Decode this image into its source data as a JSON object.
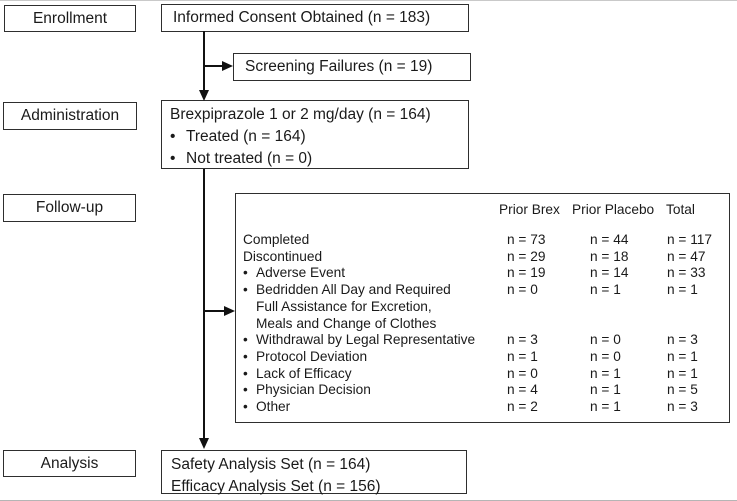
{
  "colors": {
    "ink": "#1a1a1a",
    "box_border": "#2e2e2e",
    "background": "#ffffff"
  },
  "stages": {
    "enrollment": "Enrollment",
    "administration": "Administration",
    "followup": "Follow-up",
    "analysis": "Analysis"
  },
  "flow": {
    "consent": "Informed Consent Obtained (n = 183)",
    "screening_failures": "Screening Failures (n = 19)",
    "treatment": {
      "title": "Brexpiprazole 1 or 2 mg/day (n = 164)",
      "bullets": [
        "Treated (n = 164)",
        "Not treated (n = 0)"
      ]
    },
    "analysis_sets": {
      "line1": "Safety Analysis Set (n = 164)",
      "line2": "Efficacy Analysis Set (n = 156)"
    }
  },
  "followup_table": {
    "headers": [
      "Prior Brex",
      "Prior Placebo",
      "Total"
    ],
    "rows": [
      {
        "label": "Completed",
        "bullet": false,
        "values": [
          "n = 73",
          "n = 44",
          "n = 117"
        ]
      },
      {
        "label": "Discontinued",
        "bullet": false,
        "values": [
          "n = 29",
          "n = 18",
          "n = 47"
        ]
      },
      {
        "label": "Adverse Event",
        "bullet": true,
        "values": [
          "n = 19",
          "n = 14",
          "n = 33"
        ]
      },
      {
        "label": "Bedridden All Day and Required",
        "bullet": true,
        "extra_lines": [
          "Full Assistance for Excretion,",
          "Meals and Change of Clothes"
        ],
        "values": [
          "n = 0",
          "n = 1",
          "n = 1"
        ]
      },
      {
        "label": "Withdrawal by Legal Representative",
        "bullet": true,
        "values": [
          "n = 3",
          "n = 0",
          "n = 3"
        ]
      },
      {
        "label": "Protocol Deviation",
        "bullet": true,
        "values": [
          "n = 1",
          "n = 0",
          "n = 1"
        ]
      },
      {
        "label": "Lack of Efficacy",
        "bullet": true,
        "values": [
          "n = 0",
          "n = 1",
          "n = 1"
        ]
      },
      {
        "label": "Physician Decision",
        "bullet": true,
        "values": [
          "n = 4",
          "n = 1",
          "n = 5"
        ]
      },
      {
        "label": "Other",
        "bullet": true,
        "values": [
          "n = 2",
          "n = 1",
          "n = 3"
        ]
      }
    ]
  }
}
